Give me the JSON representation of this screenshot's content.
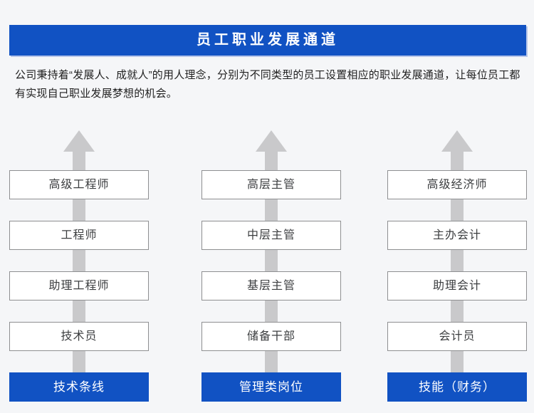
{
  "header": {
    "title": "员工职业发展通道"
  },
  "intro": {
    "text": "公司秉持着“发展人、成就人”的用人理念，分别为不同类型的员工设置相应的职业发展通道，让每位员工都有实现自己职业发展梦想的机会。"
  },
  "ladders": {
    "arrow_icon": "up-arrow",
    "columns": [
      {
        "category": "技术条线",
        "levels_top_to_bottom": [
          "高级工程师",
          "工程师",
          "助理工程师",
          "技术员"
        ]
      },
      {
        "category": "管理类岗位",
        "levels_top_to_bottom": [
          "高层主管",
          "中层主管",
          "基层主管",
          "储备干部"
        ]
      },
      {
        "category": "技能（财务）",
        "levels_top_to_bottom": [
          "高级经济师",
          "主办会计",
          "助理会计",
          "会计员"
        ]
      }
    ]
  },
  "colors": {
    "background": "#f5f6f8",
    "primary_blue": "#1152c3",
    "arrow_gray": "#c9c9cb",
    "box_border": "#8e8f91",
    "box_text": "#3c3e40",
    "title_text": "#ffffff"
  }
}
